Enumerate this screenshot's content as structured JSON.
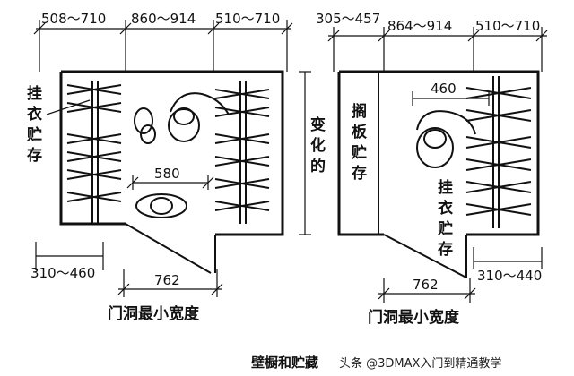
{
  "left_plan": {
    "top_dims": [
      "508～710",
      "860～914",
      "510～710"
    ],
    "hanging_label": [
      "挂",
      "衣",
      "贮",
      "存"
    ],
    "middle_dim": "580",
    "bottom_left_dim": "310～460",
    "door_dim": "762",
    "door_caption": "门洞最小宽度"
  },
  "variable_label": [
    "变",
    "化",
    "的"
  ],
  "right_plan": {
    "top_dims": [
      "305～457",
      "864～914",
      "510～710"
    ],
    "shelf_label": [
      "搁",
      "板",
      "贮",
      "存"
    ],
    "inner_dim": "460",
    "hanging_label": [
      "挂",
      "衣",
      "贮",
      "存"
    ],
    "bottom_right_dim": "310～440",
    "door_dim": "762",
    "door_caption": "门洞最小宽度"
  },
  "title": "壁橱和贮藏",
  "watermark": "头条 @3DMAX入门到精通教学"
}
